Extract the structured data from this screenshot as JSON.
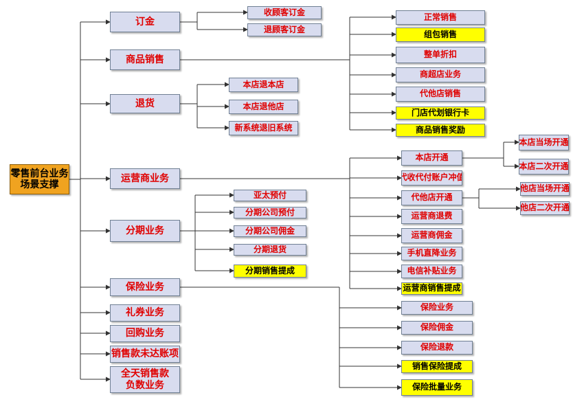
{
  "colors": {
    "root_fill": "#f0a320",
    "node_fill": "#d8dcef",
    "highlight_fill": "#ffff00",
    "text_red": "#e00000",
    "text_black": "#000000",
    "connector": "#333333"
  },
  "root": {
    "label": "零售前台业务场景支撑"
  },
  "branches": [
    {
      "id": "dingjin",
      "label": "订金",
      "children": [
        {
          "label": "收顾客订金",
          "highlight": false
        },
        {
          "label": "退顾客订金",
          "highlight": false
        }
      ]
    },
    {
      "id": "shangpin",
      "label": "商品销售",
      "children": [
        {
          "label": "正常销售",
          "highlight": false
        },
        {
          "label": "组包销售",
          "highlight": true
        },
        {
          "label": "整单折扣",
          "highlight": false
        },
        {
          "label": "商超店业务",
          "highlight": false
        },
        {
          "label": "代他店销售",
          "highlight": false
        },
        {
          "label": "门店代划银行卡",
          "highlight": true
        },
        {
          "label": "商品销售奖励",
          "highlight": true
        }
      ]
    },
    {
      "id": "tuihuo",
      "label": "退货",
      "children": [
        {
          "label": "本店退本店",
          "highlight": false
        },
        {
          "label": "本店退他店",
          "highlight": false
        },
        {
          "label": "新系统退旧系统",
          "highlight": false
        }
      ]
    },
    {
      "id": "yunying",
      "label": "运营商业务",
      "children": [
        {
          "label": "本店开通",
          "highlight": false,
          "children": [
            "本店当场开通",
            "本店二次开通"
          ]
        },
        {
          "label": "代收代付账户冲值",
          "highlight": false
        },
        {
          "label": "代他店开通",
          "highlight": false,
          "children": [
            "他店当场开通",
            "他店二次开通"
          ]
        },
        {
          "label": "运营商退费",
          "highlight": false
        },
        {
          "label": "运营商佣金",
          "highlight": false
        },
        {
          "label": "手机直降业务",
          "highlight": false
        },
        {
          "label": "电信补贴业务",
          "highlight": false
        },
        {
          "label": "运营商销售提成",
          "highlight": true
        }
      ]
    },
    {
      "id": "fenqi",
      "label": "分期业务",
      "children": [
        {
          "label": "亚太预付",
          "highlight": false
        },
        {
          "label": "分期公司预付",
          "highlight": false
        },
        {
          "label": "分期公司佣金",
          "highlight": false
        },
        {
          "label": "分期退货",
          "highlight": false
        },
        {
          "label": "分期销售提成",
          "highlight": true
        }
      ]
    },
    {
      "id": "baoxian",
      "label": "保险业务",
      "children": [
        {
          "label": "保险业务",
          "highlight": false
        },
        {
          "label": "保险佣金",
          "highlight": false
        },
        {
          "label": "保险退款",
          "highlight": false
        },
        {
          "label": "销售保险提成",
          "highlight": true
        },
        {
          "label": "保险批量业务",
          "highlight": true
        }
      ]
    },
    {
      "id": "liquan",
      "label": "礼券业务",
      "children": []
    },
    {
      "id": "huigou",
      "label": "回购业务",
      "children": []
    },
    {
      "id": "weida",
      "label": "销售款未达账项",
      "children": []
    },
    {
      "id": "fushu",
      "label": "全天销售款负数业务",
      "children": []
    }
  ]
}
